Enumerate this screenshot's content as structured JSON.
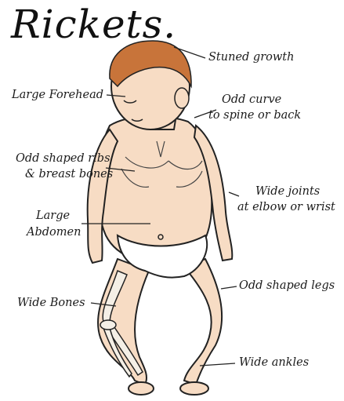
{
  "title": "Rickets.",
  "labels": {
    "stunted_growth": "Stuned growth",
    "large_forehead": "Large Forehead",
    "odd_curve_line1": "Odd curve",
    "odd_curve_line2": "to spine or back",
    "ribs_line1": "Odd shaped ribs",
    "ribs_line2": "& breast bones",
    "abdomen_line1": "Large",
    "abdomen_line2": "Abdomen",
    "wide_joints_line1": "Wide joints",
    "wide_joints_line2": "at elbow or wrist",
    "odd_legs": "Odd shaped legs",
    "wide_bones": "Wide Bones",
    "wide_ankles": "Wide ankles"
  },
  "colors": {
    "skin": "#f7dcc4",
    "hair": "#c8743a",
    "outline": "#222222",
    "bone": "#f4efe6"
  }
}
